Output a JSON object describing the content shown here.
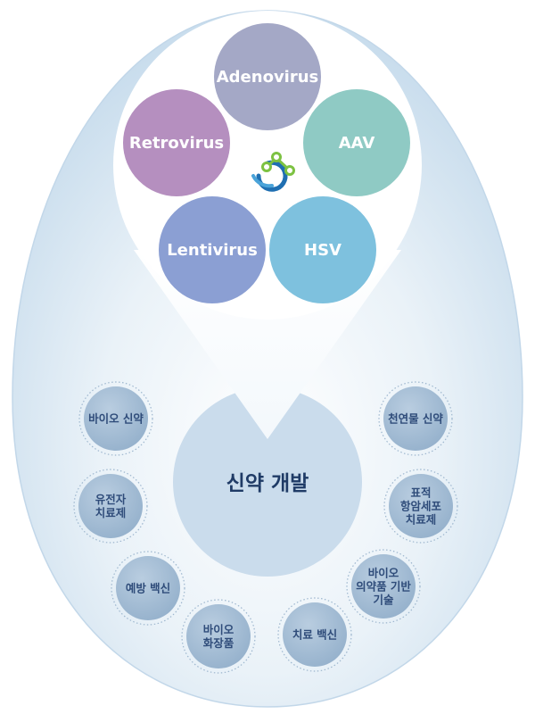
{
  "center": {
    "title": "신약 개발"
  },
  "viruses": [
    {
      "label": "Adenovirus",
      "color": "#a4a8c6"
    },
    {
      "label": "AAV",
      "color": "#8fcac4"
    },
    {
      "label": "HSV",
      "color": "#7ec1de"
    },
    {
      "label": "Lentivirus",
      "color": "#8b9fd3"
    },
    {
      "label": "Retrovirus",
      "color": "#b58fbf"
    }
  ],
  "applications": [
    {
      "lines": [
        "바이오 신약"
      ]
    },
    {
      "lines": [
        "유전자",
        "치료제"
      ]
    },
    {
      "lines": [
        "예방 백신"
      ]
    },
    {
      "lines": [
        "바이오",
        "화장품"
      ]
    },
    {
      "lines": [
        "치료 백신"
      ]
    },
    {
      "lines": [
        "바이오",
        "의약품 기반",
        "기술"
      ]
    },
    {
      "lines": [
        "표적",
        "항암세포",
        "치료제"
      ]
    },
    {
      "lines": [
        "천연물 신약"
      ]
    }
  ],
  "logo": {
    "name": "molecule-logo-icon",
    "colors": [
      "#1f6fb2",
      "#7dc242",
      "#4aa3d9"
    ]
  }
}
